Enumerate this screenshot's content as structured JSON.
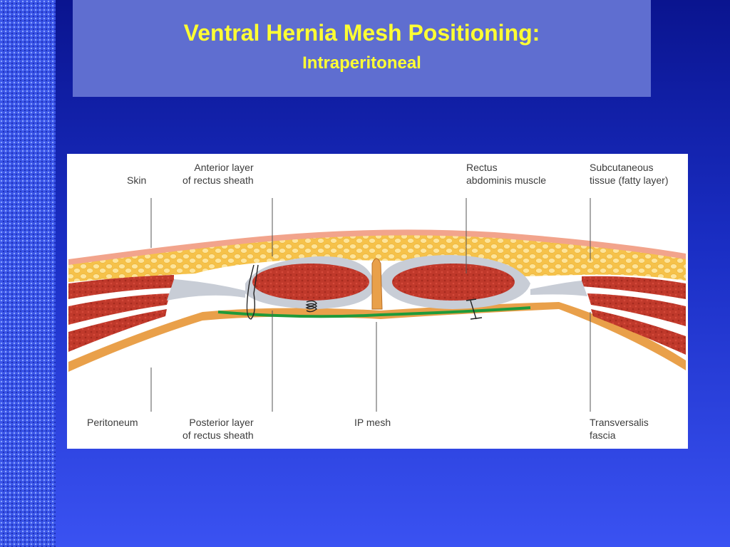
{
  "slide": {
    "title": "Ventral Hernia Mesh Positioning:",
    "subtitle": "Intraperitoneal"
  },
  "labels": {
    "skin": "Skin",
    "anterior_layer": [
      "Anterior layer",
      "of rectus sheath"
    ],
    "rectus": [
      "Rectus",
      "abdominis muscle"
    ],
    "subcutaneous": [
      "Subcutaneous",
      "tissue (fatty layer)"
    ],
    "peritoneum": "Peritoneum",
    "posterior_layer": [
      "Posterior layer",
      "of rectus sheath"
    ],
    "ip_mesh": "IP mesh",
    "transversalis": [
      "Transversalis",
      "fascia"
    ]
  },
  "colors": {
    "title": "#ffff33",
    "header_box": "#5f6ed0",
    "fat": "#f6c24a",
    "muscle": "#c0392b",
    "fascia": "#c8cdd6",
    "mesh": "#1f9a3a",
    "peritoneum": "#e9a04a"
  }
}
